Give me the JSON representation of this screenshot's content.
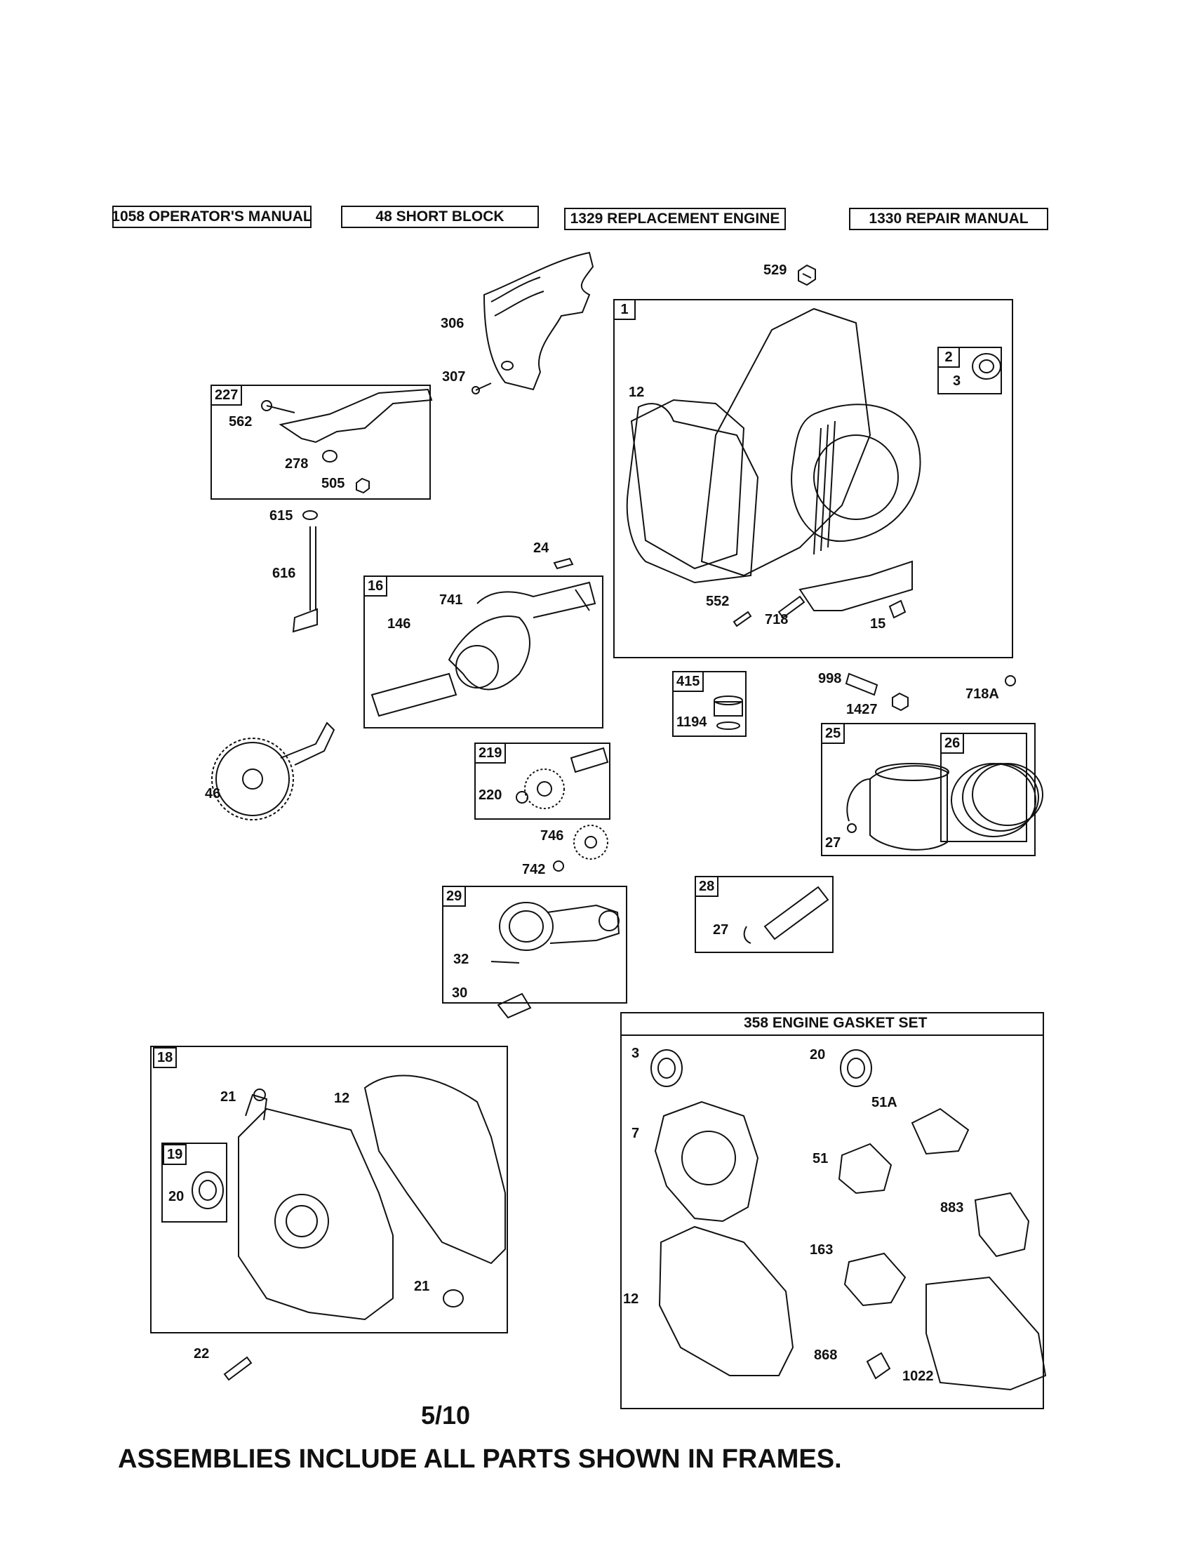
{
  "header_buttons": {
    "operators_manual": "1058 OPERATOR'S MANUAL",
    "short_block": "48 SHORT BLOCK",
    "replacement_engine": "1329 REPLACEMENT ENGINE",
    "repair_manual": "1330 REPAIR MANUAL"
  },
  "frames": {
    "f227": {
      "number": "227",
      "parts": [
        "562",
        "278",
        "505"
      ]
    },
    "f1": {
      "number": "1",
      "parts": [
        "12",
        "552",
        "718",
        "15"
      ]
    },
    "f2": {
      "number": "2",
      "parts": [
        "3"
      ]
    },
    "f16": {
      "number": "16",
      "parts": [
        "741",
        "146"
      ]
    },
    "f415": {
      "number": "415",
      "parts": [
        "1194"
      ]
    },
    "f219": {
      "number": "219",
      "parts": [
        "220"
      ]
    },
    "f25": {
      "number": "25",
      "parts": [
        "27"
      ]
    },
    "f26": {
      "number": "26"
    },
    "f28": {
      "number": "28",
      "parts": [
        "27"
      ]
    },
    "f29": {
      "number": "29",
      "parts": [
        "32",
        "30"
      ]
    },
    "f18": {
      "number": "18",
      "parts": [
        "21",
        "12",
        "21"
      ]
    },
    "f19": {
      "number": "19",
      "parts": [
        "20"
      ]
    },
    "f358": {
      "title": "358 ENGINE GASKET SET",
      "parts": [
        "3",
        "20",
        "51A",
        "7",
        "51",
        "883",
        "163",
        "12",
        "868",
        "1022"
      ]
    }
  },
  "loose_parts": [
    "529",
    "306",
    "307",
    "615",
    "616",
    "24",
    "998",
    "1427",
    "718A",
    "46",
    "746",
    "742",
    "22"
  ],
  "page_number": "5/10",
  "footer": "ASSEMBLIES INCLUDE ALL PARTS SHOWN IN FRAMES."
}
